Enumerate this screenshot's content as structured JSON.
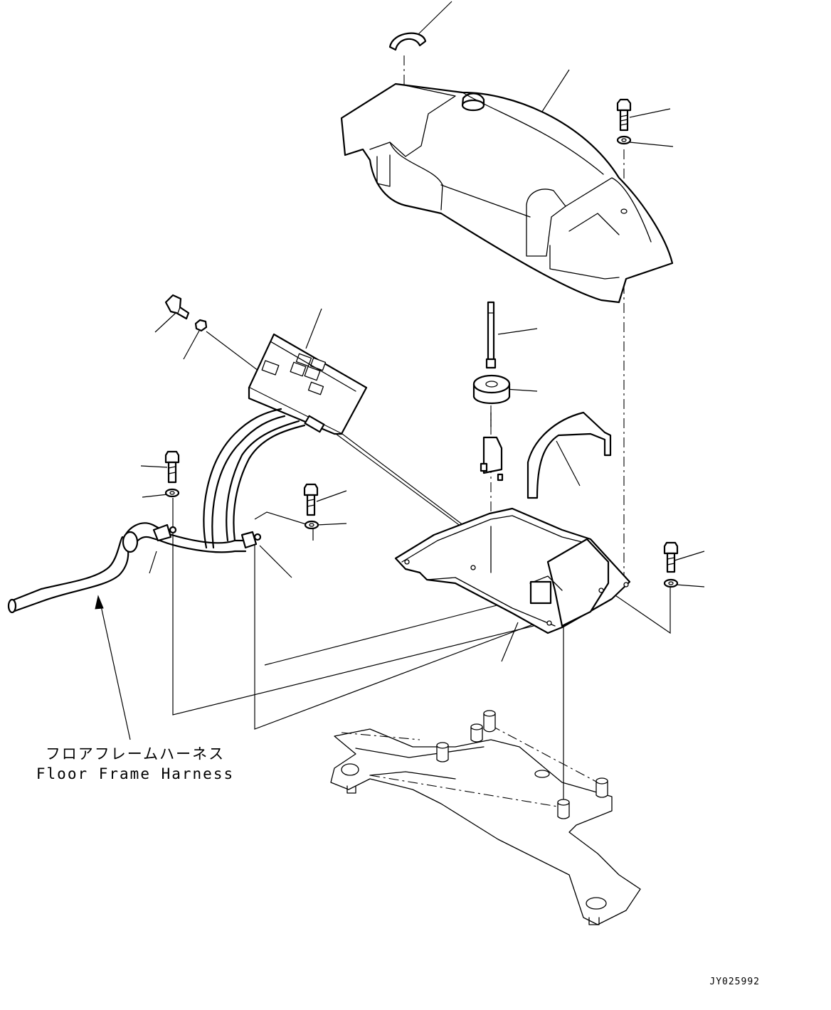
{
  "caption": {
    "japanese": "フロアフレームハーネス",
    "english": "Floor Frame Harness"
  },
  "drawing_code": "JY025992",
  "colors": {
    "line": "#000000",
    "background": "#ffffff"
  }
}
